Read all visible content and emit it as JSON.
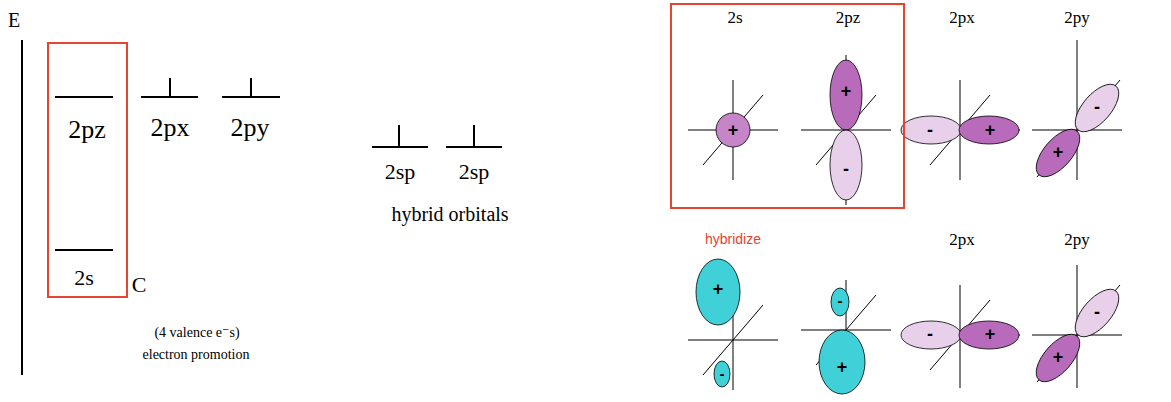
{
  "diagram": {
    "nodes": [
      {
        "text": [
          "2pz",
          "2s"
        ]
      },
      {
        "text": [
          "2s",
          "2pz"
        ]
      }
    ],
    "labels": [
      "E",
      "2px",
      "2py",
      "C",
      "(4 valence e⁻s)",
      "electron promotion",
      "2sp",
      "2sp",
      "hybrid orbitals",
      "2px",
      "2py",
      "+",
      "+",
      "-",
      "-",
      "+",
      "-",
      "+",
      "hybridize",
      "2px",
      "2py",
      "+",
      "-",
      "-",
      "+",
      "-",
      "+",
      "-",
      "+"
    ]
  }
}
